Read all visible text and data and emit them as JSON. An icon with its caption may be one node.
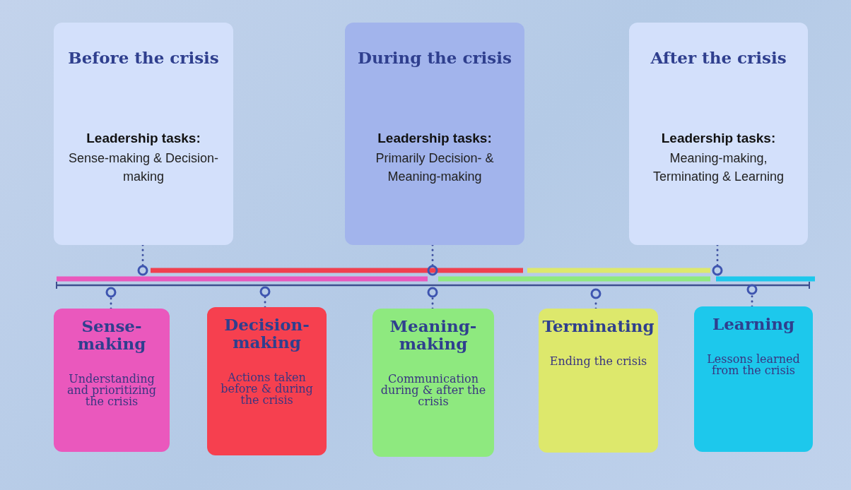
{
  "diagram": {
    "nodes": [
      {
        "text": [
          "Before the crisis",
          "Leadership tasks:",
          "Sense-making & Decision-making"
        ]
      },
      {
        "text": [
          "During the crisis",
          "Leadership tasks:",
          "Primarily Decision- & Meaning-making"
        ]
      },
      {
        "text": [
          "After the crisis",
          "Leadership tasks:",
          "Meaning-making, Terminating & Learning"
        ]
      },
      {
        "text": [
          "Sense-making",
          "Understanding and prioritizing the crisis"
        ]
      },
      {
        "text": [
          "Decision-making",
          "Actions taken before & during the crisis"
        ]
      },
      {
        "text": [
          "Meaning-making",
          "Communication during & after the crisis"
        ]
      },
      {
        "text": [
          "Terminating",
          "Ending the crisis"
        ]
      },
      {
        "text": [
          "Learning",
          "Lessons learned from the crisis"
        ]
      }
    ],
    "edges": [
      {
        "from": 0,
        "to": null,
        "arrow": "none",
        "style": "dashed"
      },
      {
        "from": 1,
        "to": null,
        "arrow": "none",
        "style": "dashed"
      },
      {
        "from": 2,
        "to": null,
        "arrow": "none",
        "style": "dashed"
      },
      {
        "from": 3,
        "to": null,
        "arrow": "none",
        "style": "dashed"
      },
      {
        "from": 4,
        "to": null,
        "arrow": "none",
        "style": "dashed"
      },
      {
        "from": 5,
        "to": null,
        "arrow": "none",
        "style": "dashed"
      },
      {
        "from": 6,
        "to": null,
        "arrow": "none",
        "style": "dashed"
      },
      {
        "from": 7,
        "to": null,
        "arrow": "none",
        "style": "dashed"
      }
    ]
  }
}
